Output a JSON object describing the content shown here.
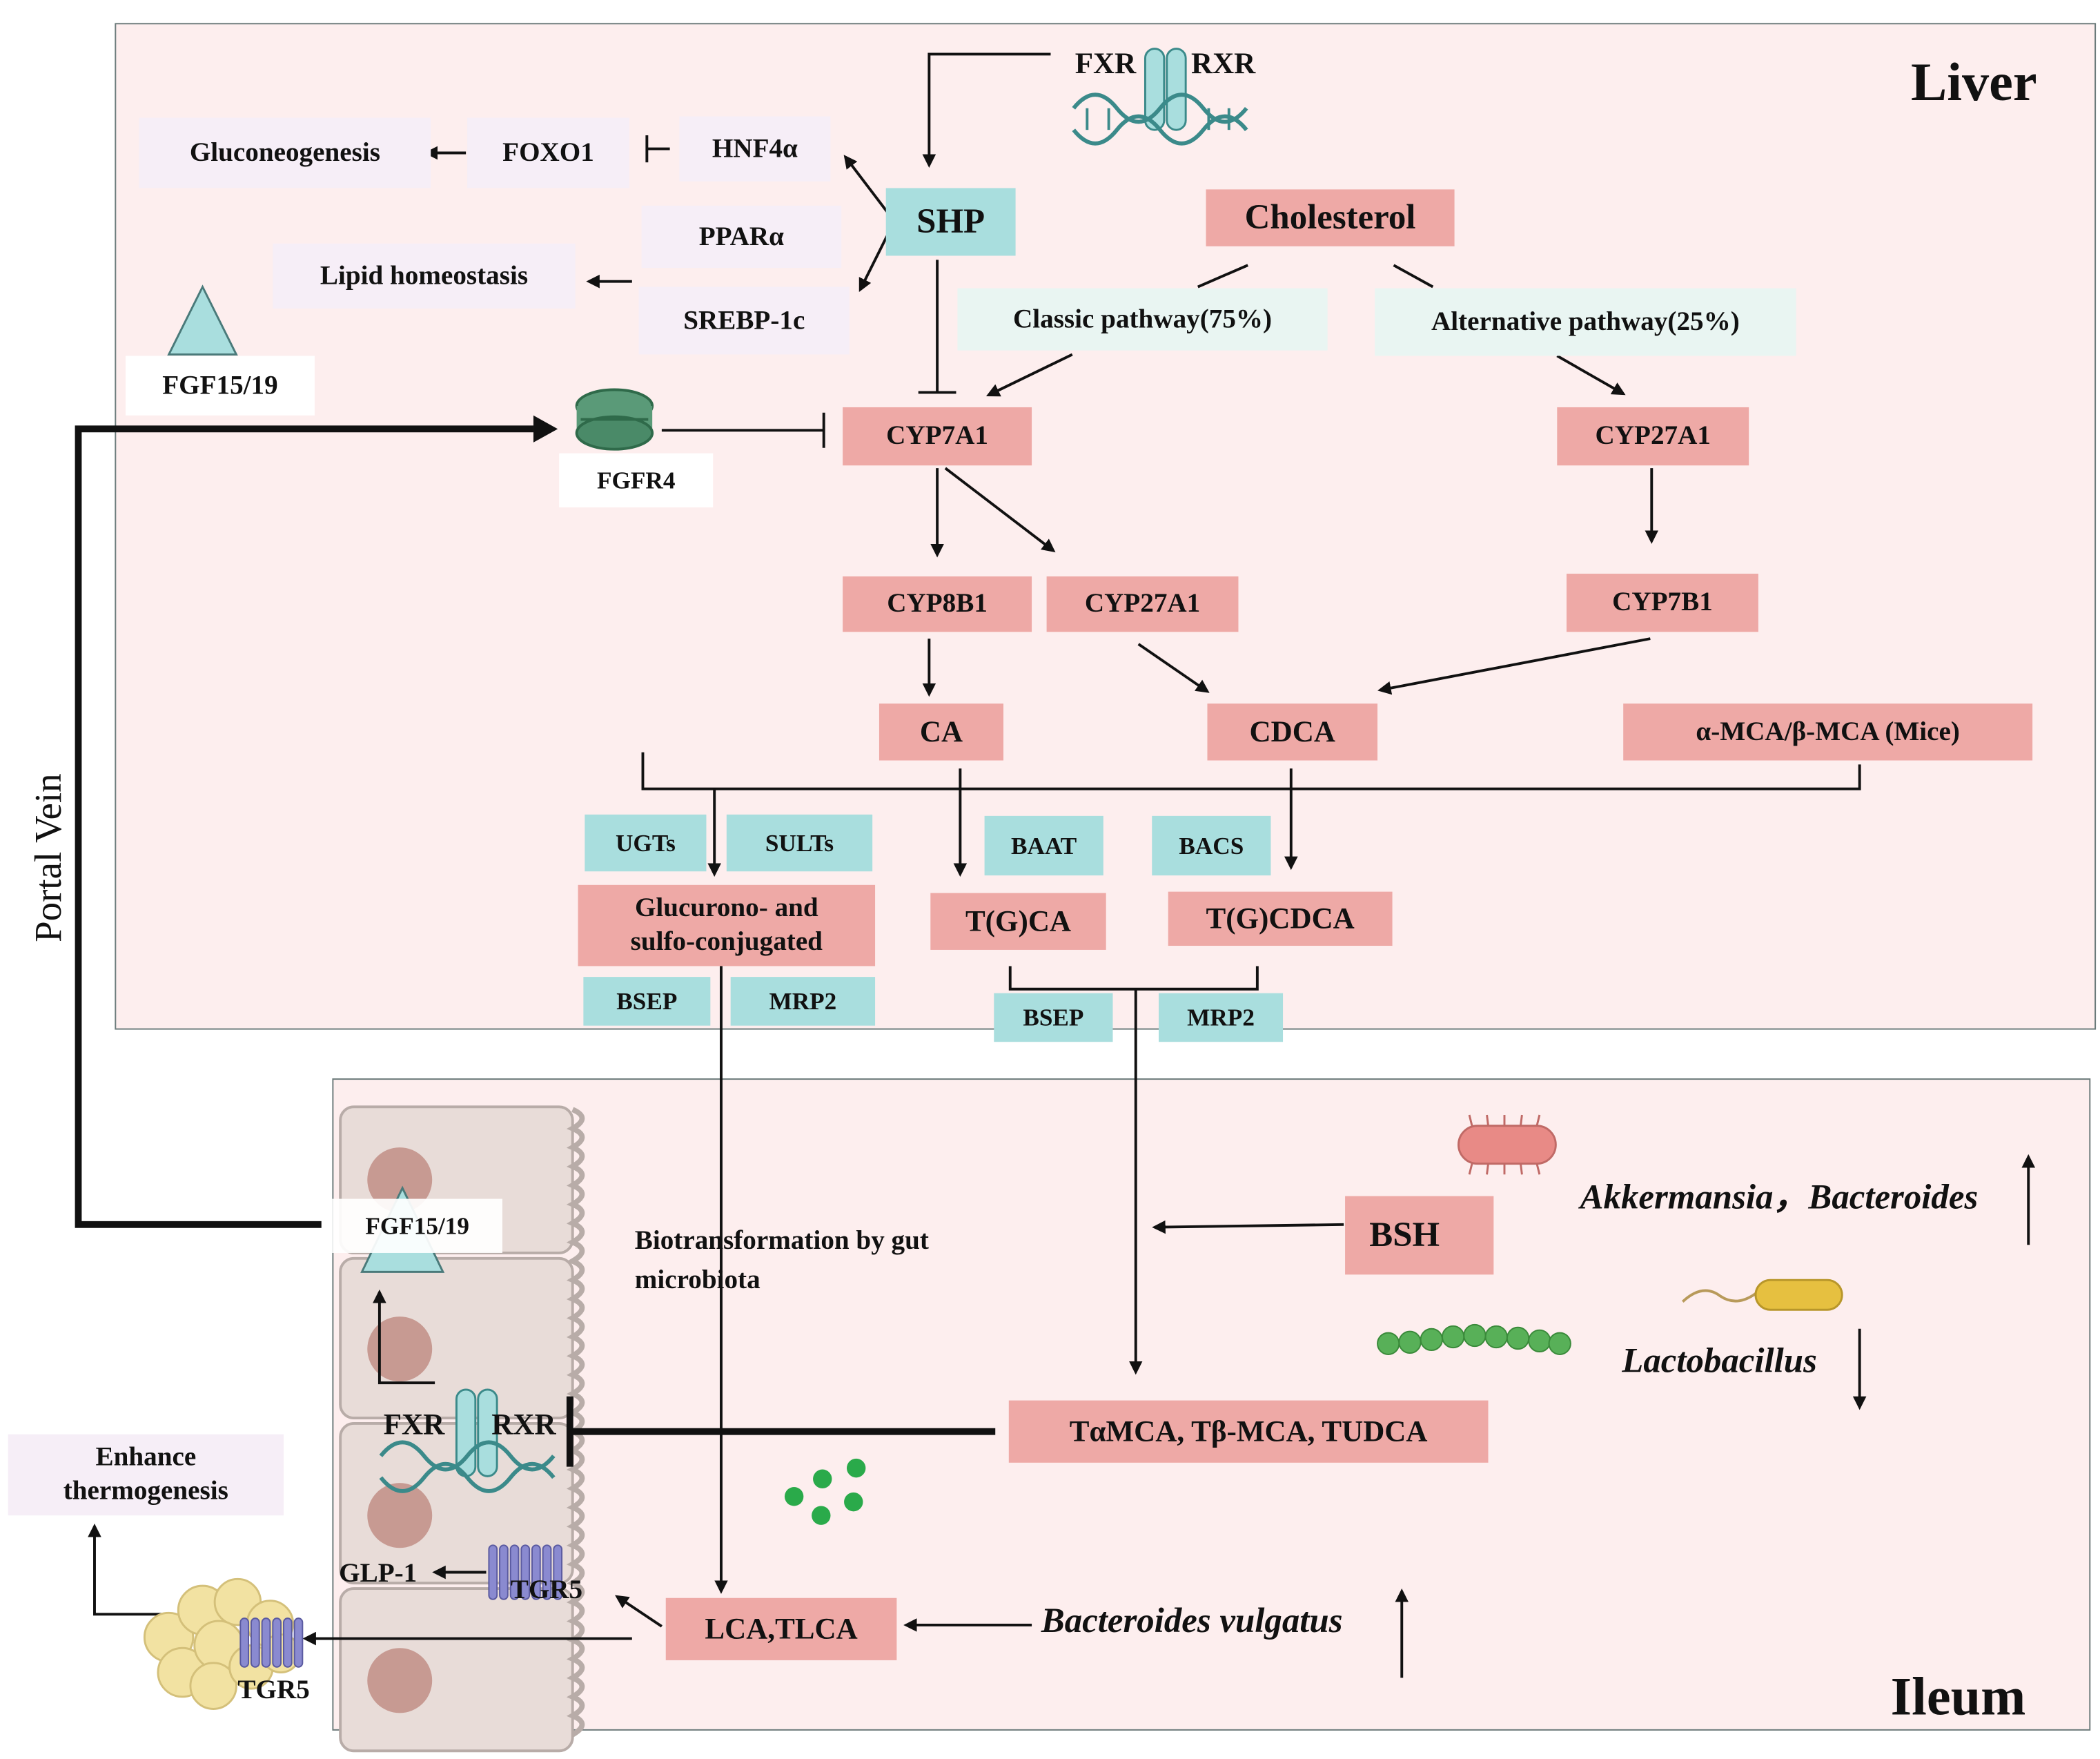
{
  "regions": {
    "liver": "Liver",
    "ileum": "Ileum",
    "portal_vein": "Portal Vein"
  },
  "liver": {
    "fxr": "FXR",
    "rxr": "RXR",
    "gluconeogenesis": "Gluconeogenesis",
    "foxo1": "FOXO1",
    "hnf4a": "HNF4α",
    "shp": "SHP",
    "ppara": "PPARα",
    "srebp": "SREBP-1c",
    "lipid": "Lipid homeostasis",
    "fgf1519": "FGF15/19",
    "fgfr4": "FGFR4",
    "cholesterol": "Cholesterol",
    "classic": "Classic pathway(75%)",
    "alternative": "Alternative pathway(25%)",
    "cyp7a1": "CYP7A1",
    "cyp27a1_alt": "CYP27A1",
    "cyp8b1": "CYP8B1",
    "cyp27a1": "CYP27A1",
    "cyp7b1": "CYP7B1",
    "ca": "CA",
    "cdca": "CDCA",
    "mca": "α-MCA/β-MCA (Mice)",
    "ugts": "UGTs",
    "sults": "SULTs",
    "baat": "BAAT",
    "bacs": "BACS",
    "gluc_line1": "Glucurono- and",
    "gluc_line2": "sulfo-conjugated",
    "tgca": "T(G)CA",
    "tgcdca": "T(G)CDCA",
    "bsep1": "BSEP",
    "mrp2_1": "MRP2",
    "bsep2": "BSEP",
    "mrp2_2": "MRP2"
  },
  "ileum": {
    "fgf1519": "FGF15/19",
    "biotrans_line1": "Biotransformation by gut",
    "biotrans_line2": "microbiota",
    "bsh": "BSH",
    "akkermansia": "Akkermansia",
    "bacteroides": "Bacteroides",
    "akk_sep": "，",
    "lactobacillus": "Lactobacillus",
    "fxr": "FXR",
    "rxr": "RXR",
    "tamca": "TαMCA, Tβ-MCA, TUDCA",
    "enhance_line1": "Enhance",
    "enhance_line2": "thermogenesis",
    "glp1": "GLP-1",
    "tgr5_a": "TGR5",
    "tgr5_b": "TGR5",
    "lca": "LCA,TLCA",
    "bvulgatus": "Bacteroides vulgatus"
  },
  "colors": {
    "pink": "#eea9a6",
    "teal": "#a9dede",
    "panel": "#fdeeee",
    "lavender": "#f6eef7"
  }
}
